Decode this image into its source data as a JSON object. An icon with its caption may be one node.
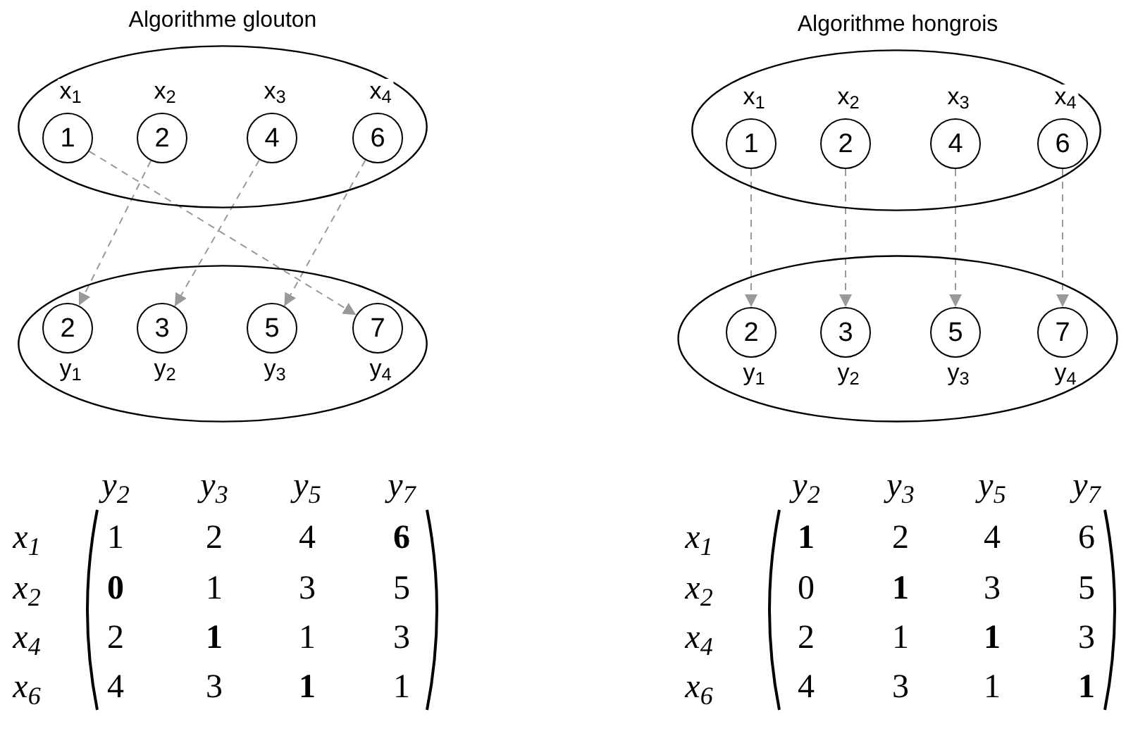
{
  "diagram": {
    "nodes": [
      {
        "text": [],
        "shape": "ellipse"
      },
      {
        "text": [
          "1"
        ],
        "beside": [
          "x$_{1}$"
        ],
        "in": 0
      },
      {
        "text": [
          "2"
        ],
        "beside": [
          "x$_{2}$"
        ],
        "in": 0
      },
      {
        "text": [
          "4"
        ],
        "beside": [
          "x$_{3}$"
        ],
        "in": 0
      },
      {
        "text": [
          "6"
        ],
        "beside": [
          "x$_{4}$"
        ],
        "in": 0
      },
      {
        "text": [],
        "shape": "ellipse"
      },
      {
        "text": [
          "2"
        ],
        "beside": [
          "y$_{1}$"
        ],
        "in": 5
      },
      {
        "text": [
          "3"
        ],
        "beside": [
          "y$_{2}$"
        ],
        "in": 5
      },
      {
        "text": [
          "5"
        ],
        "beside": [
          "y$_{3}$"
        ],
        "in": 5
      },
      {
        "text": [
          "7"
        ],
        "beside": [
          "y$_{4}$"
        ],
        "in": 5
      },
      {
        "text": [],
        "shape": "ellipse"
      },
      {
        "text": [
          "1"
        ],
        "beside": [
          "x$_{1}$"
        ],
        "in": 10
      },
      {
        "text": [
          "2"
        ],
        "beside": [
          "x$_{2}$"
        ],
        "in": 10
      },
      {
        "text": [
          "4"
        ],
        "beside": [
          "x$_{3}$"
        ],
        "in": 10
      },
      {
        "text": [
          "6"
        ],
        "beside": [
          "x$_{4}$"
        ],
        "in": 10
      },
      {
        "text": [],
        "shape": "ellipse"
      },
      {
        "text": [
          "2"
        ],
        "beside": [
          "y$_{1}$"
        ],
        "in": 15
      },
      {
        "text": [
          "3"
        ],
        "beside": [
          "y$_{2}$"
        ],
        "in": 15
      },
      {
        "text": [
          "5"
        ],
        "beside": [
          "y$_{3}$"
        ],
        "in": 15
      },
      {
        "text": [
          "7"
        ],
        "beside": [
          "y$_{4}$"
        ],
        "in": 15
      }
    ],
    "edges": [
      {
        "from": 1,
        "to": 9,
        "arrow": "to",
        "style": "dashed",
        "color": "#999999"
      },
      {
        "from": 2,
        "to": 6,
        "arrow": "to",
        "style": "dashed",
        "color": "#999999"
      },
      {
        "from": 3,
        "to": 7,
        "arrow": "to",
        "style": "dashed",
        "color": "#999999"
      },
      {
        "from": 4,
        "to": 8,
        "arrow": "to",
        "style": "dashed",
        "color": "#999999"
      },
      {
        "from": 11,
        "to": 16,
        "arrow": "to",
        "style": "dashed",
        "color": "#999999"
      },
      {
        "from": 12,
        "to": 17,
        "arrow": "to",
        "style": "dashed",
        "color": "#999999"
      },
      {
        "from": 13,
        "to": 18,
        "arrow": "to",
        "style": "dashed",
        "color": "#999999"
      },
      {
        "from": 14,
        "to": 19,
        "arrow": "to",
        "style": "dashed",
        "color": "#999999"
      }
    ],
    "labels": [
      "Algorithme glouton",
      "Algorithme hongrois",
      "y$_{2}$",
      "y$_{3}$",
      "y$_{5}$",
      "y$_{7}$",
      "x$_{1}$",
      "1",
      "2",
      "4",
      "**6**",
      "x$_{2}$",
      "**0**",
      "1",
      "3",
      "5",
      "x$_{4}$",
      "2",
      "**1**",
      "1",
      "3",
      "x$_{6}$",
      "4",
      "3",
      "**1**",
      "1",
      "y$_{2}$",
      "y$_{3}$",
      "y$_{5}$",
      "y$_{7}$",
      "x$_{1}$",
      "**1**",
      "2",
      "4",
      "6",
      "x$_{2}$",
      "0",
      "**1**",
      "3",
      "5",
      "x$_{4}$",
      "2",
      "1",
      "**1**",
      "3",
      "x$_{6}$",
      "4",
      "3",
      "1",
      "**1**"
    ]
  }
}
